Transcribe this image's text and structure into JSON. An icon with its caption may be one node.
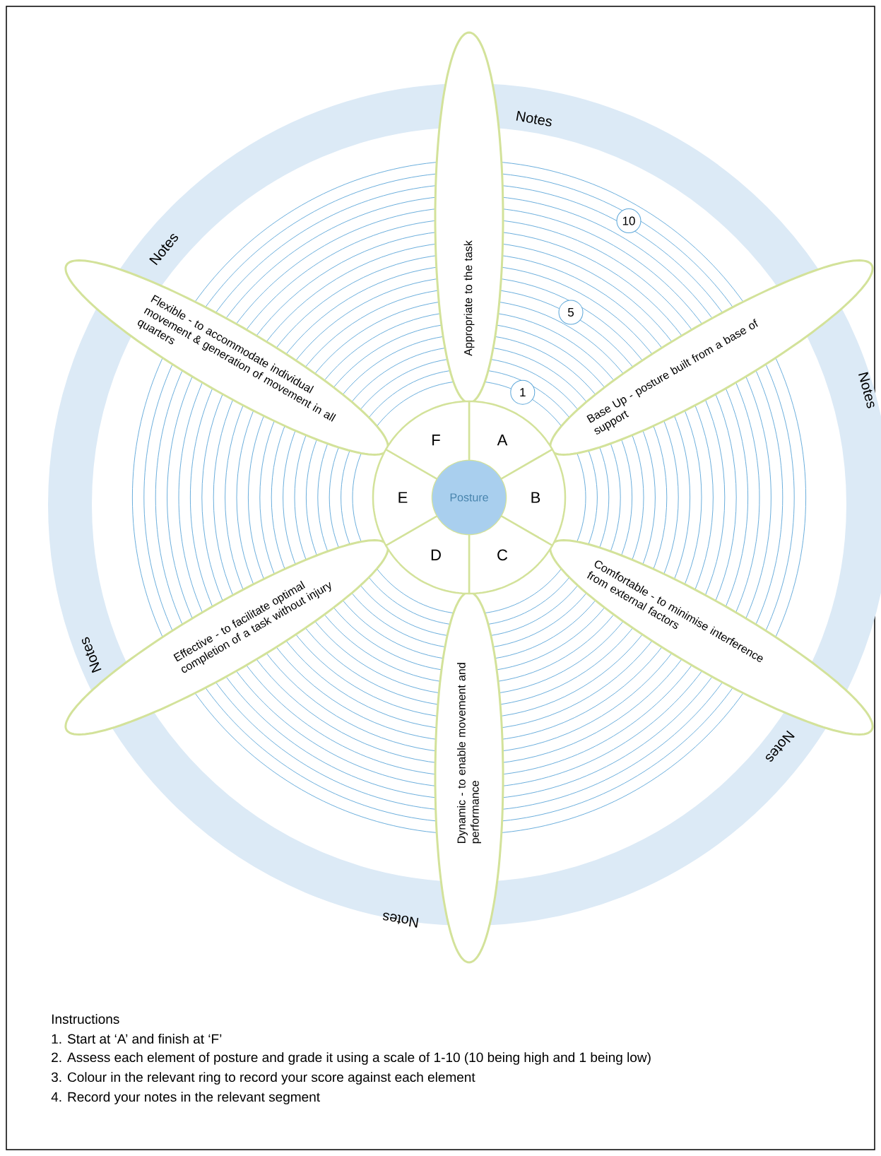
{
  "diagram": {
    "nodes": [
      {
        "text": [
          "Appropriate to the task"
        ]
      },
      {
        "text": [
          "Base Up - posture built from a base of support"
        ]
      },
      {
        "text": [
          "Comfortable - to minimise interference from external factors"
        ]
      },
      {
        "text": [
          "Dynamic - to enable movement and performance"
        ]
      },
      {
        "text": [
          "Effective - to facilitate optimal completion of a task without injury"
        ]
      },
      {
        "text": [
          "Flexible - to accommodate individual movement & generation of movement in all quarters"
        ]
      },
      {
        "text": [
          "A"
        ]
      },
      {
        "text": [
          "B"
        ]
      },
      {
        "text": [
          "C"
        ]
      },
      {
        "text": [
          "D"
        ]
      },
      {
        "text": [
          "E"
        ]
      },
      {
        "text": [
          "F"
        ]
      },
      {
        "text": [
          "Posture"
        ]
      },
      {
        "text": [
          "10"
        ]
      },
      {
        "text": [
          "5"
        ]
      },
      {
        "text": [
          "1"
        ]
      }
    ],
    "labels": [
      "Notes",
      "Notes",
      "Notes",
      "Notes",
      "Notes",
      "Notes",
      "Instructions",
      "1. Start at ‘A’ and finish at ‘F’",
      "2. Assess each element of posture and grade it using a scale of 1-10 (10 being high and 1 being low)",
      "3. Colour in the relevant ring to record your score against each element",
      "4. Record your notes in the relevant segment"
    ]
  }
}
